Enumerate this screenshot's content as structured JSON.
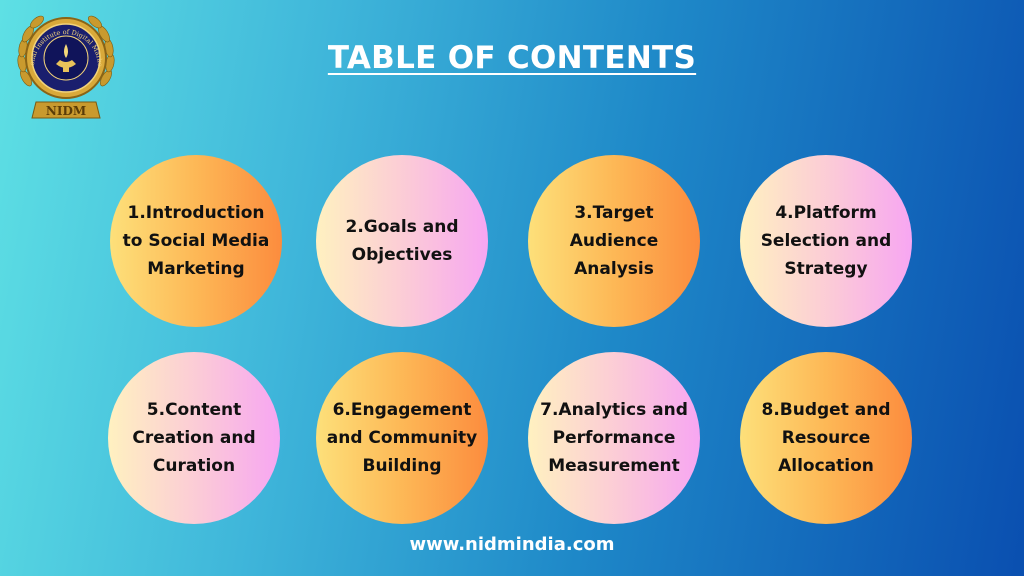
{
  "logo": {
    "abbreviation": "NIDM",
    "ring_text": "National Institute of Digital Marketing"
  },
  "title": "TABLE OF CONTENTS",
  "items": [
    {
      "label": "1.Introduction to Social Media Marketing"
    },
    {
      "label": "2.Goals and Objectives"
    },
    {
      "label": "3.Target Audience Analysis"
    },
    {
      "label": "4.Platform Selection and Strategy"
    },
    {
      "label": "5.Content Creation and Curation"
    },
    {
      "label": "6.Engagement and Community Building"
    },
    {
      "label": "7.Analytics and Performance Measurement"
    },
    {
      "label": "8.Budget and Resource Allocation"
    }
  ],
  "footer": "www.nidmindia.com",
  "colors": {
    "bg_left": "#5ee0e4",
    "bg_right": "#0a4fb0",
    "circle_orange": "#fc8c3e",
    "circle_yellow": "#fde07a",
    "circle_pink": "#f7a6f2",
    "text": "#111111",
    "title": "#ffffff"
  }
}
